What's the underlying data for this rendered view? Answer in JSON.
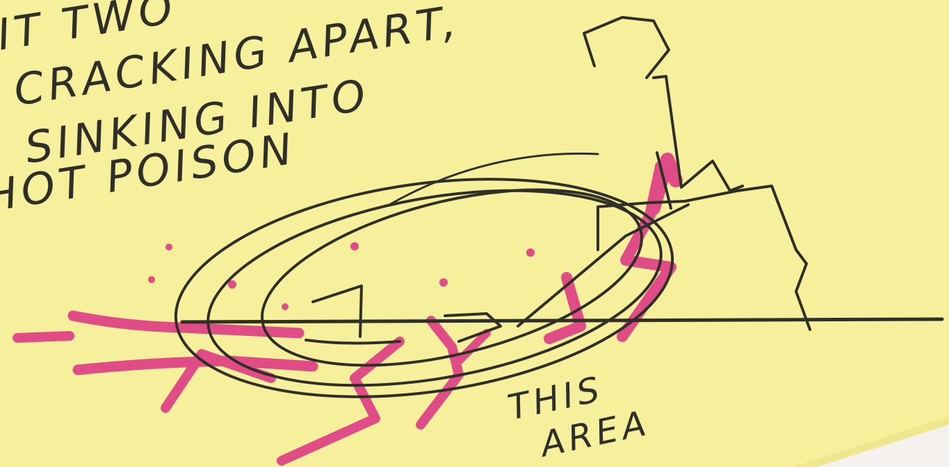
{
  "note": {
    "paper_color": "#f6ef9c",
    "paper_shadow_color": "#efe78e",
    "background_color": "#f4f1ee",
    "ink_color": "#2f2f28",
    "marker_color": "#e04d86",
    "handwriting_lines": [
      "IT TWO",
      "CRACKING APART,",
      "SINKING INTO",
      "HOT POISON"
    ],
    "label_lines": [
      "THIS",
      "AREA"
    ]
  }
}
